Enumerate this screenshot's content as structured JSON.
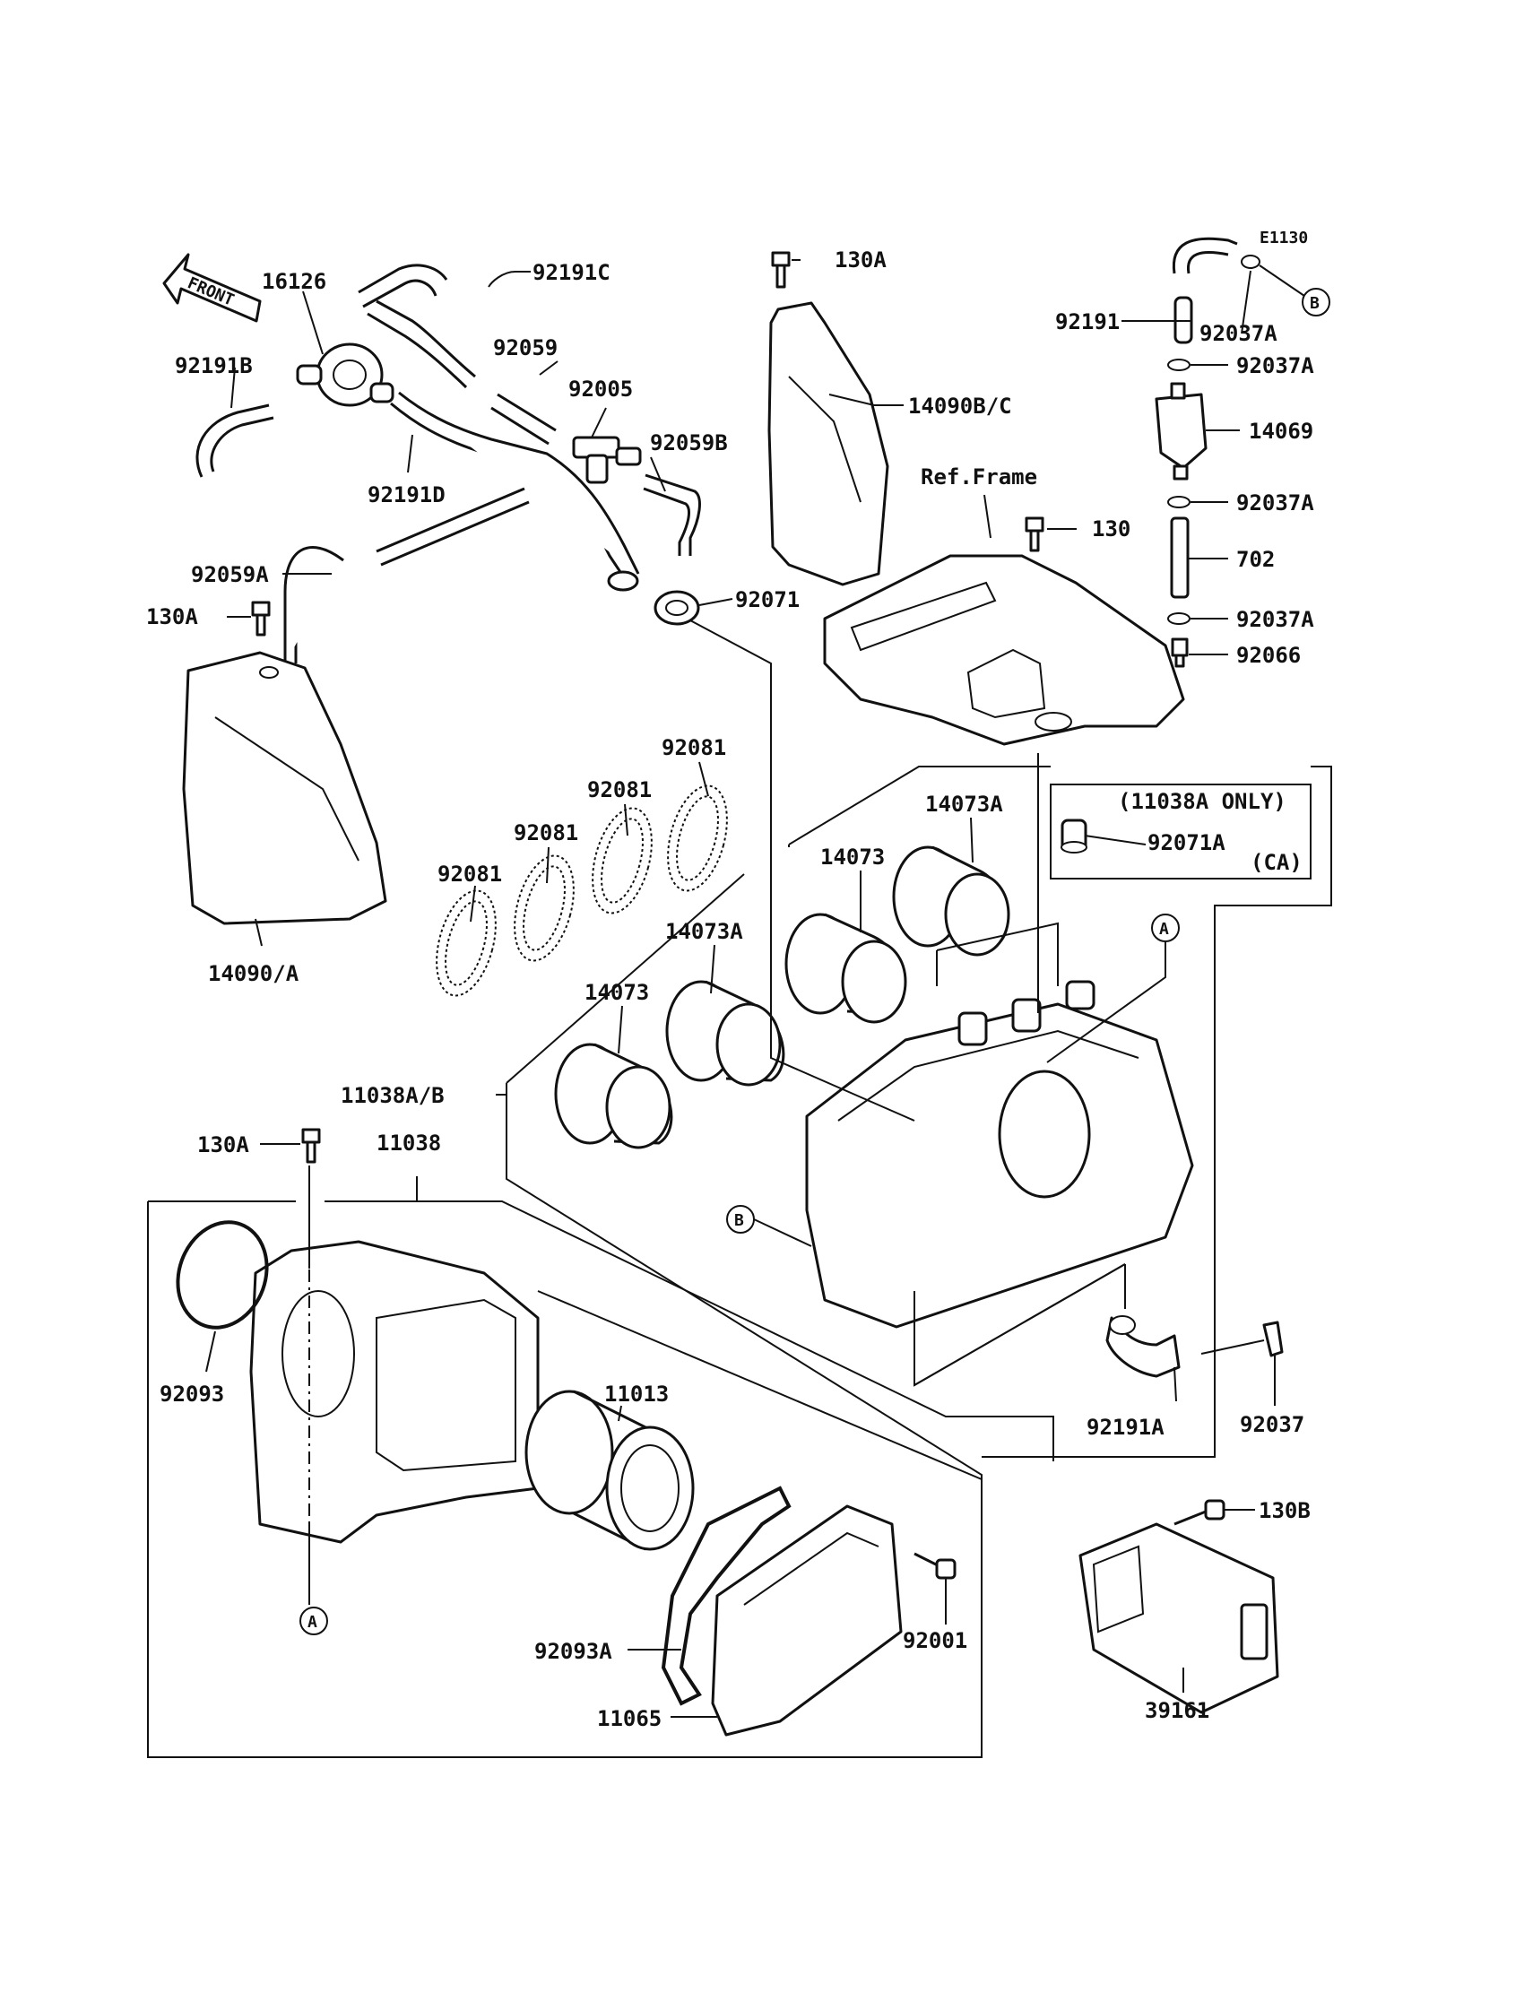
{
  "drawing_code": "E1130",
  "front_arrow": {
    "text": "FRONT"
  },
  "ref_frame": "Ref.Frame",
  "inset": {
    "title": "(11038A ONLY)",
    "part": "92071A",
    "note": "(CA)"
  },
  "markers": {
    "a": "A",
    "b": "B"
  },
  "labels": {
    "p16126": "16126",
    "p92191B": "92191B",
    "p92191C": "92191C",
    "p92059": "92059",
    "p92005": "92005",
    "p92059B": "92059B",
    "p92191D": "92191D",
    "p92059A": "92059A",
    "p130A_top": "130A",
    "p14090BC": "14090B/C",
    "p130": "130",
    "p92191": "92191",
    "p92037A_1": "92037A",
    "p92037A_2": "92037A",
    "p14069": "14069",
    "p92037A_3": "92037A",
    "p702": "702",
    "p92037A_4": "92037A",
    "p92066": "92066",
    "p130A_left": "130A",
    "p92071": "92071",
    "p14090A": "14090/A",
    "p92081_1": "92081",
    "p92081_2": "92081",
    "p92081_3": "92081",
    "p92081_4": "92081",
    "p14073A_1": "14073A",
    "p14073_1": "14073",
    "p14073A_2": "14073A",
    "p14073_2": "14073",
    "p11038AB": "11038A/B",
    "p130A_low": "130A",
    "p11038": "11038",
    "p92093": "92093",
    "p11013": "11013",
    "p92093A": "92093A",
    "p11065": "11065",
    "p92001": "92001",
    "p92191A": "92191A",
    "p92037": "92037",
    "p130B": "130B",
    "p39161": "39161"
  }
}
